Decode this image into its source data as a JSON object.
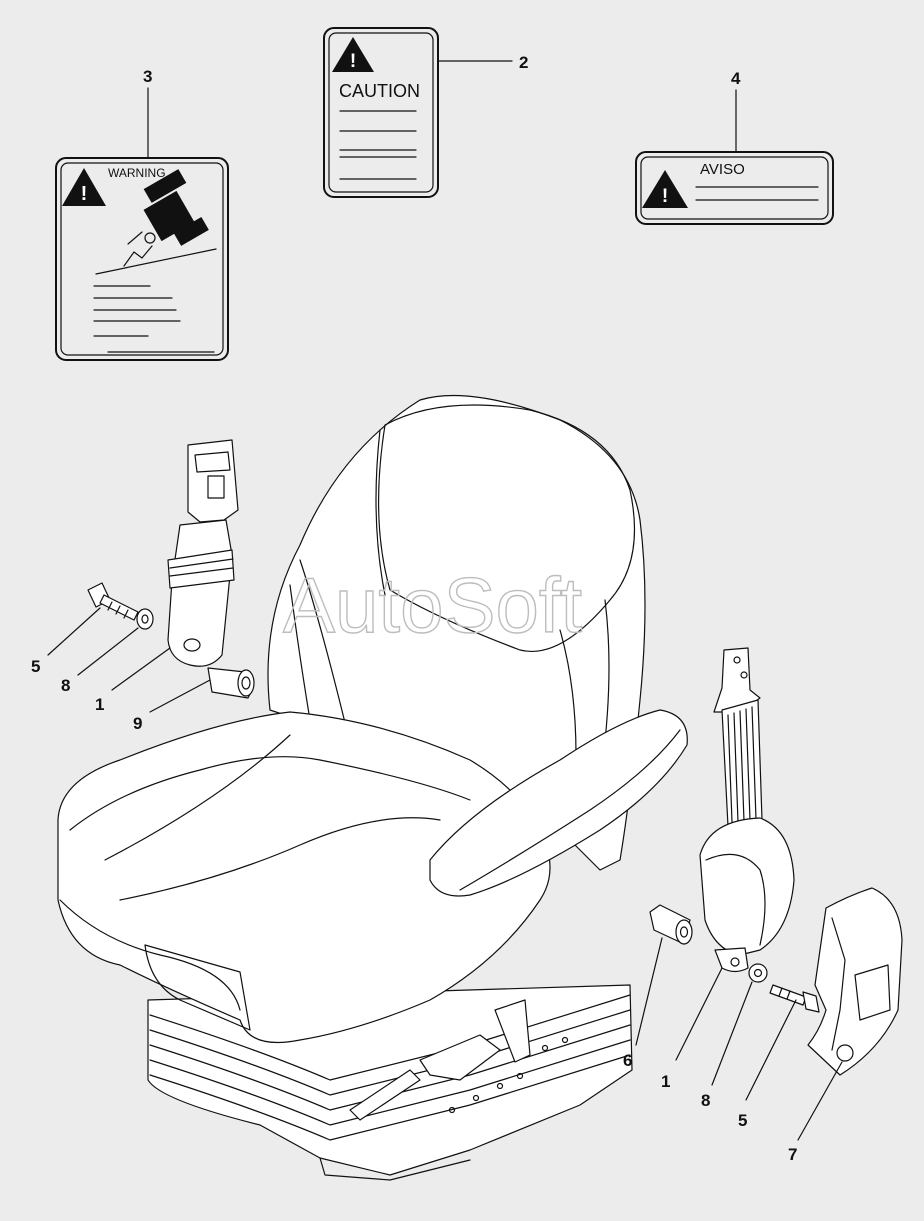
{
  "decals": {
    "warning": "WARNING",
    "caution": "CAUTION",
    "aviso": "AVISO"
  },
  "watermark": "AutoSoft",
  "callouts": {
    "c2": "2",
    "c3": "3",
    "c4": "4",
    "left_5": "5",
    "left_8": "8",
    "left_1": "1",
    "left_9": "9",
    "right_6": "6",
    "right_1": "1",
    "right_8": "8",
    "right_5": "5",
    "right_7": "7"
  }
}
